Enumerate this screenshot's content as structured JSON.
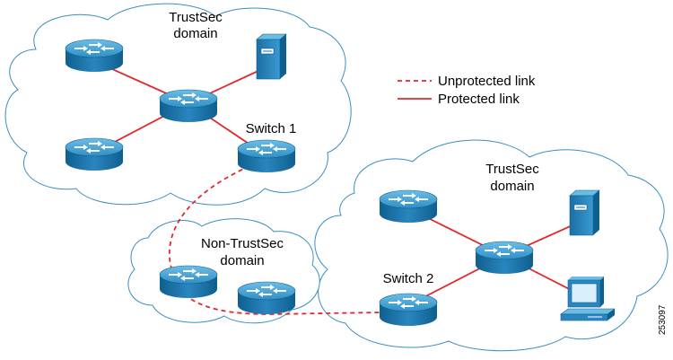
{
  "diagram": {
    "clouds": {
      "top": {
        "line1": "TrustSec",
        "line2": "domain"
      },
      "right": {
        "line1": "TrustSec",
        "line2": "domain"
      },
      "middle": {
        "line1": "Non-TrustSec",
        "line2": "domain"
      }
    },
    "switches": {
      "switch1": "Switch 1",
      "switch2": "Switch 2"
    },
    "legend": {
      "unprotected": "Unprotected link",
      "protected": "Protected link"
    },
    "figure_id": "253097"
  },
  "colors": {
    "protected_link": "#e0282e",
    "unprotected_link": "#e0282e",
    "cloud_outline": "#3a8fc0",
    "router_fill": "#1f7fb6",
    "router_top": "#5bb0dc"
  },
  "icons": [
    "router-icon",
    "server-icon",
    "workstation-icon"
  ]
}
